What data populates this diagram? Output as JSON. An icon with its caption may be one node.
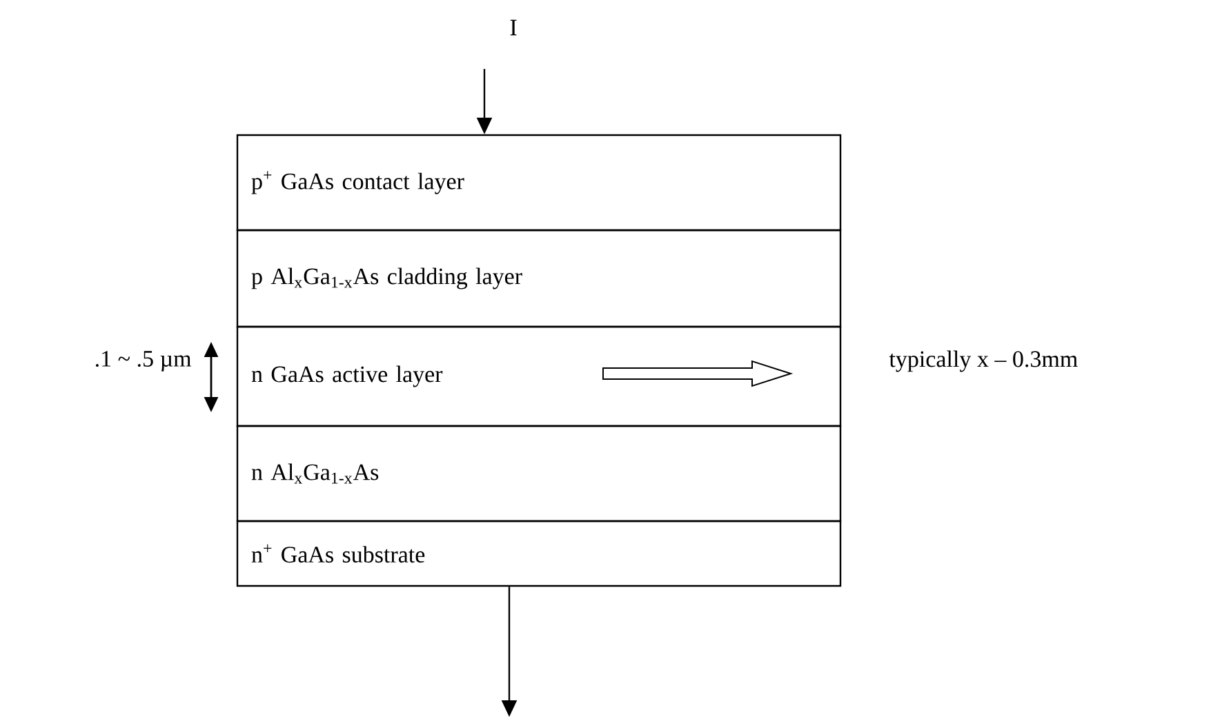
{
  "diagram": {
    "nodes": [
      {
        "text": [
          "p$^{+}$ GaAs contact layer"
        ]
      },
      {
        "text": [
          "p Al$_{x}$Ga$_{1-x}$As cladding layer"
        ]
      },
      {
        "text": [
          "n GaAs active layer"
        ]
      },
      {
        "text": [
          "n Al$_{x}$Ga$_{1-x}$As"
        ]
      },
      {
        "text": [
          "n$^{+}$ GaAs substrate"
        ]
      }
    ],
    "edges": [
      {
        "from": null,
        "to": 0,
        "arrow": "to",
        "label": "I"
      },
      {
        "from": 4,
        "to": null,
        "arrow": "to"
      }
    ],
    "labels": [
      ".1 ~ .5 µm",
      "typically x – 0.3mm"
    ]
  }
}
